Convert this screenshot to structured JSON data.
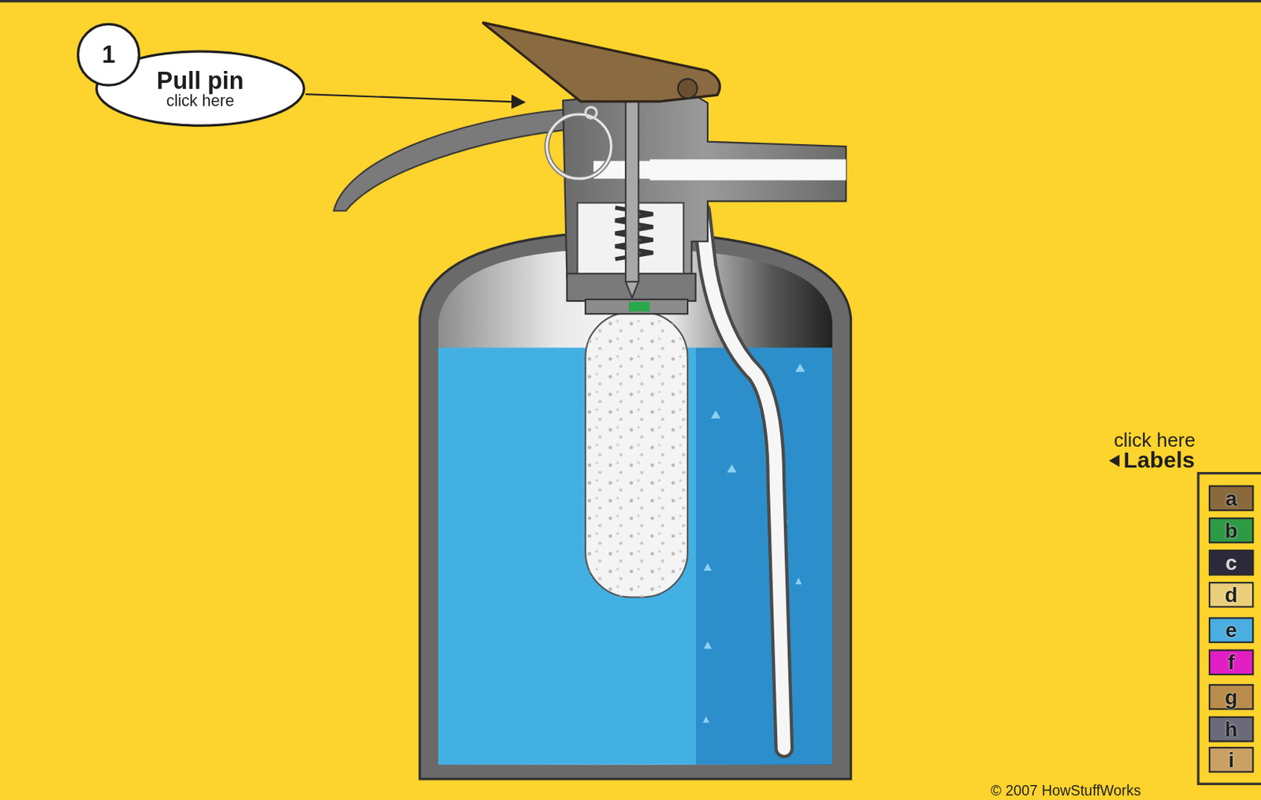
{
  "diagram": {
    "nodes": [
      {
        "text": [
          "1"
        ]
      },
      {
        "text": [
          "Pull pin",
          "click here"
        ]
      }
    ],
    "labels": [
      "click here",
      "Labels",
      "© 2007 HowStuffWorks"
    ],
    "legend": [
      {
        "text": "a",
        "color": "#8a6a3c"
      },
      {
        "text": "b",
        "color": "#2f9a46"
      },
      {
        "text": "c",
        "color": "#2c2a3a"
      },
      {
        "text": "d",
        "color": "#e9cf7a"
      },
      {
        "text": "e",
        "color": "#4aaee0"
      },
      {
        "text": "f",
        "color": "#e21fc4"
      },
      {
        "text": "g",
        "color": "#b98c4c"
      },
      {
        "text": "h",
        "color": "#6a6a7a"
      },
      {
        "text": "i",
        "color": "#caa064"
      }
    ]
  }
}
